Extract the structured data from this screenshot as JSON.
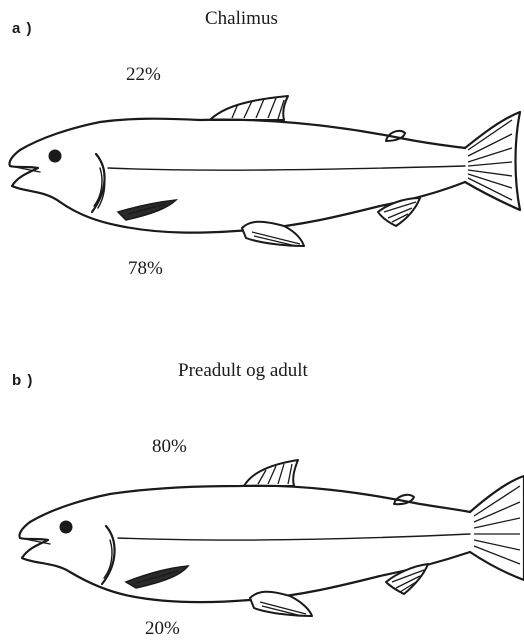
{
  "panel_a": {
    "letter": "a )",
    "title": "Chalimus",
    "upper_percent": "22%",
    "lower_percent": "78%"
  },
  "panel_b": {
    "letter": "b )",
    "title": "Preadult og adult",
    "upper_percent": "80%",
    "lower_percent": "20%"
  },
  "icons": {
    "fish": "salmon-outline-icon"
  }
}
